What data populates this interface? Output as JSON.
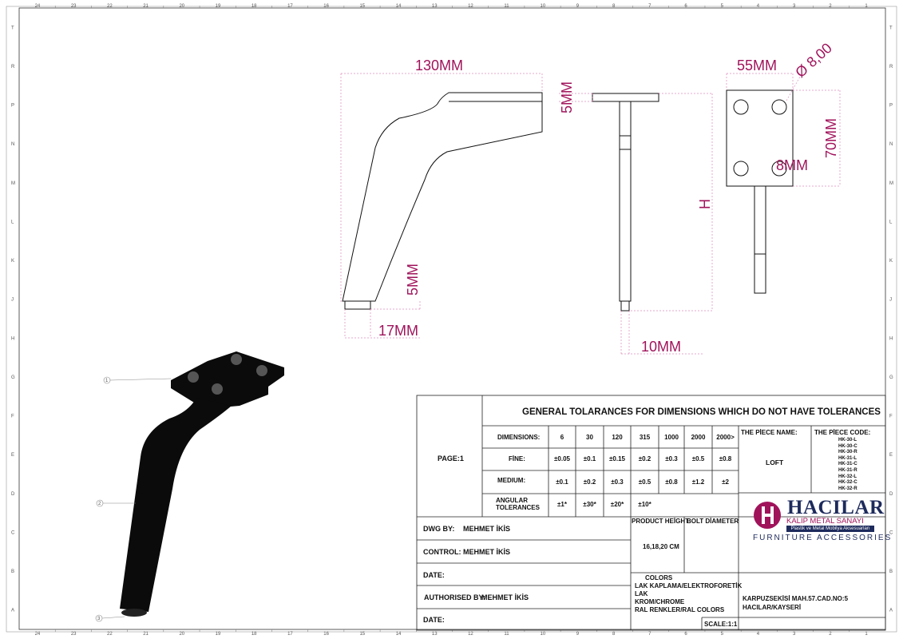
{
  "border": {
    "cols": [
      "24",
      "23",
      "22",
      "21",
      "20",
      "19",
      "18",
      "17",
      "16",
      "15",
      "14",
      "13",
      "12",
      "11",
      "10",
      "9",
      "8",
      "7",
      "6",
      "5",
      "4",
      "3",
      "2",
      "1"
    ],
    "rows": [
      "T",
      "R",
      "P",
      "N",
      "M",
      "L",
      "K",
      "J",
      "H",
      "G",
      "F",
      "E",
      "D",
      "C",
      "B",
      "A"
    ]
  },
  "dimensions": {
    "width_130": "130MM",
    "plate_5": "5MM",
    "foot_5": "5MM",
    "foot_17": "17MM",
    "width_10": "10MM",
    "height_h": "H",
    "plate_55": "55MM",
    "hole_dia": "Ø 8,00",
    "plate_70": "70MM",
    "hole_8": "8MM"
  },
  "balloons": [
    "1",
    "2",
    "3"
  ],
  "tolerances": {
    "title": "GENERAL TOLARANCES FOR DIMENSIONS WHICH DO NOT HAVE TOLERANCES",
    "page": "PAGE:1",
    "header_label": "DIMENSIONS:",
    "header": [
      "6",
      "30",
      "120",
      "315",
      "1000",
      "2000",
      "2000>"
    ],
    "fine_label": "FİNE:",
    "fine": [
      "±0.05",
      "±0.1",
      "±0.15",
      "±0.2",
      "±0.3",
      "±0.5",
      "±0.8"
    ],
    "medium_label": "MEDIUM:",
    "medium": [
      "±0.1",
      "±0.2",
      "±0.3",
      "±0.5",
      "±0.8",
      "±1.2",
      "±2"
    ],
    "angular_label": "ANGULAR TOLERANCES",
    "angular": [
      "±1*",
      "±30*",
      "±20*",
      "±10*"
    ]
  },
  "piece": {
    "name_label": "THE PİECE NAME:",
    "name": "LOFT",
    "code_label": "THE PİECE CODE:",
    "codes": [
      "HK-30-L",
      "HK-30-C",
      "HK-30-R",
      "HK-31-L",
      "HK-31-C",
      "HK-31-R",
      "HK-32-L",
      "HK-32-C",
      "HK-32-R"
    ]
  },
  "title_block": {
    "dwg_label": "DWG BY:",
    "dwg": "MEHMET İKİS",
    "control_label": "CONTROL:",
    "control": "MEHMET İKİS",
    "date1_label": "DATE:",
    "auth_label": "AUTHORISED BY:",
    "auth": "MEHMET İKİS",
    "date2_label": "DATE:",
    "product_height_label": "PRODUCT HEİGHT",
    "product_height": "16,18,20 CM",
    "bolt_label": "BOLT DİAMETER",
    "colors_title": "COLORS",
    "colors": [
      "LAK KAPLAMA/ELEKTROFORETİK",
      "LAK",
      "KROM/CHROME",
      "RAL RENKLER/RAL COLORS"
    ],
    "scale": "SCALE:1:1",
    "address1": "KARPUZSEKİSİ MAH.57.CAD.NO:5",
    "address2": "HACILAR/KAYSERİ"
  },
  "logo": {
    "name": "HACILAR",
    "sub": "KALIP METAL SANAYI",
    "sub2": "Plastik ve Metal Mobilya Aksesuarları",
    "tagline": "FURNITURE ACCESSORIES",
    "brand_color": "#1d2a5c",
    "accent_color": "#a0135b"
  }
}
